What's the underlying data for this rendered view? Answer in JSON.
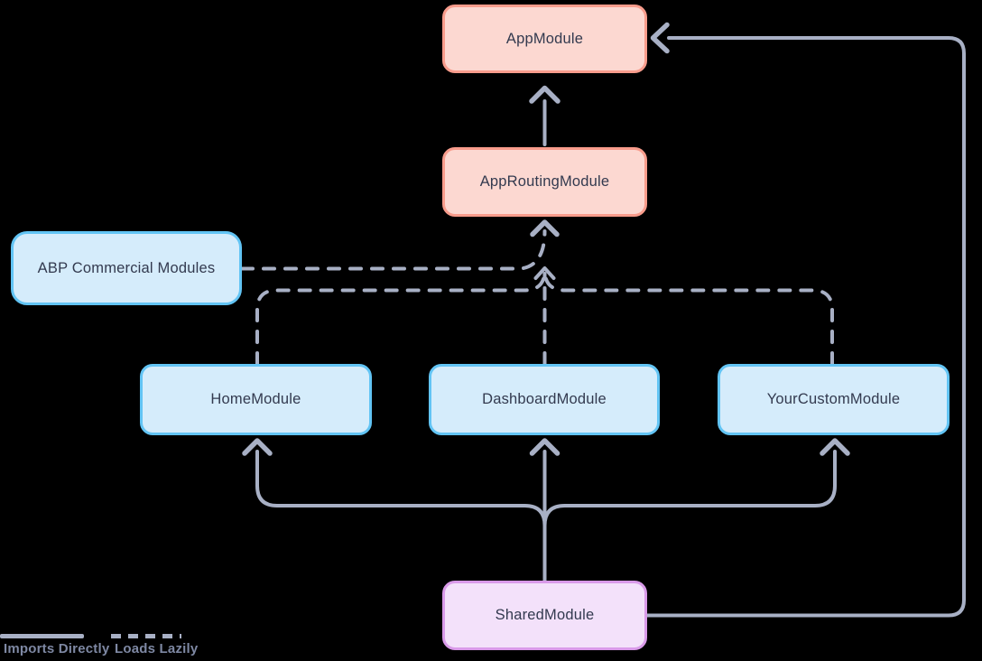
{
  "diagram": {
    "nodes": [
      {
        "id": "app-module",
        "label": "AppModule",
        "variant": "red"
      },
      {
        "id": "app-routing-module",
        "label": "AppRoutingModule",
        "variant": "red"
      },
      {
        "id": "abp-commercial-modules",
        "label": "ABP Commercial Modules",
        "variant": "blue"
      },
      {
        "id": "home-module",
        "label": "HomeModule",
        "variant": "blue"
      },
      {
        "id": "dashboard-module",
        "label": "DashboardModule",
        "variant": "blue"
      },
      {
        "id": "your-custom-module",
        "label": "YourCustomModule",
        "variant": "blue"
      },
      {
        "id": "shared-module",
        "label": "SharedModule",
        "variant": "purple"
      }
    ],
    "edges": [
      {
        "from": "AppRoutingModule",
        "to": "AppModule",
        "style": "imports-directly"
      },
      {
        "from": "SharedModule",
        "to": "AppModule",
        "style": "imports-directly"
      },
      {
        "from": "SharedModule",
        "to": "HomeModule",
        "style": "imports-directly"
      },
      {
        "from": "SharedModule",
        "to": "DashboardModule",
        "style": "imports-directly"
      },
      {
        "from": "SharedModule",
        "to": "YourCustomModule",
        "style": "imports-directly"
      },
      {
        "from": "ABP Commercial Modules",
        "to": "AppRoutingModule",
        "style": "loads-lazily"
      },
      {
        "from": "HomeModule",
        "to": "AppRoutingModule",
        "style": "loads-lazily"
      },
      {
        "from": "DashboardModule",
        "to": "AppRoutingModule",
        "style": "loads-lazily"
      },
      {
        "from": "YourCustomModule",
        "to": "AppRoutingModule",
        "style": "loads-lazily"
      }
    ]
  },
  "legend": {
    "imports_directly": "Imports Directly",
    "loads_lazily": "Loads Lazily"
  },
  "colors": {
    "background": "#000000",
    "line": "#a8b0c5",
    "node_text": "#333a4f",
    "legend_text": "#7e88a3",
    "red_fill": "#fcd8d1",
    "red_border": "#f89c8c",
    "blue_fill": "#d5ecfb",
    "blue_border": "#62c4f4",
    "purple_fill": "#f3e1fa",
    "purple_border": "#d99ae9"
  }
}
